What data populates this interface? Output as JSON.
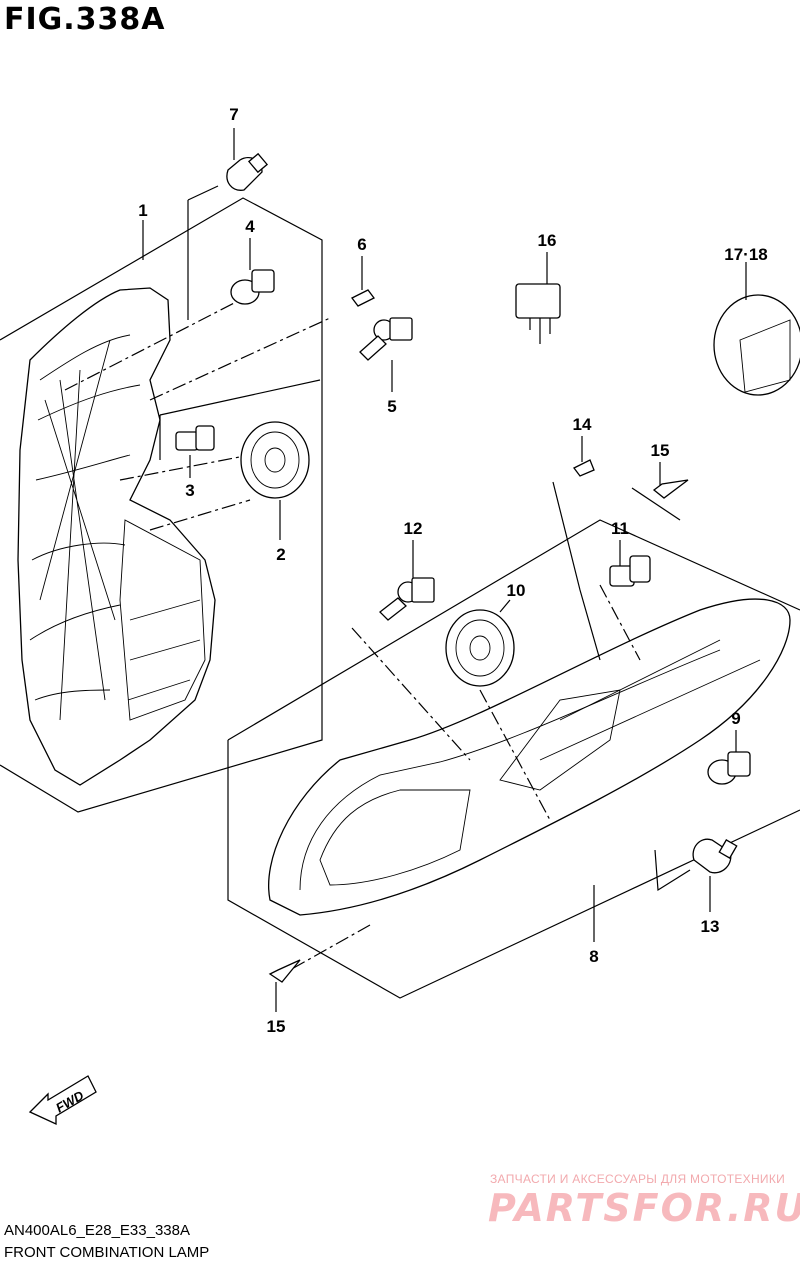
{
  "figure_title": "FIG.338A",
  "callouts": {
    "c1": "1",
    "c2": "2",
    "c3": "3",
    "c4": "4",
    "c5": "5",
    "c6": "6",
    "c7": "7",
    "c8": "8",
    "c9": "9",
    "c10": "10",
    "c11": "11",
    "c12": "12",
    "c13": "13",
    "c14": "14",
    "c15a": "15",
    "c15b": "15",
    "c16": "16",
    "c17": "17·18"
  },
  "fwd_label": "FWD",
  "footer": {
    "code": "AN400AL6_E28_E33_338A",
    "name": "FRONT COMBINATION LAMP"
  },
  "watermark": {
    "tagline": "ЗАПЧАСТИ И АКСЕССУАРЫ ДЛЯ МОТОТЕХНИКИ",
    "logo": "PARTSFOR.RU",
    "color": "#f2a9ad"
  }
}
